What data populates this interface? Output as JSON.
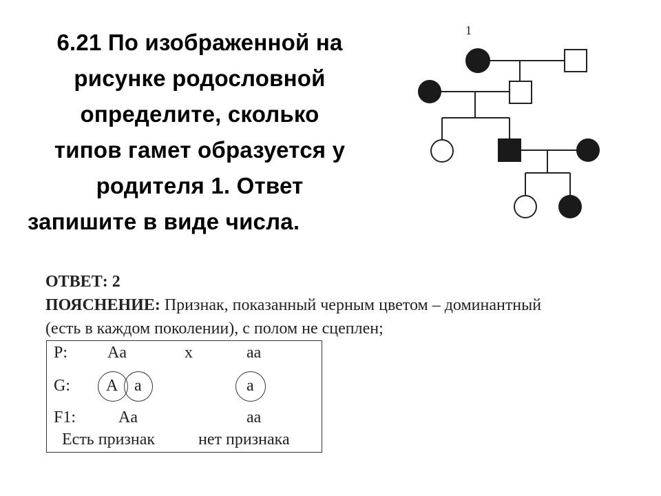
{
  "question": {
    "lines": [
      "6.21 По изображенной на",
      "рисунке родословной",
      "определите, сколько",
      "типов гамет образуется у",
      "родителя 1. Ответ",
      "запишите в виде числа."
    ]
  },
  "pedigree": {
    "parent_label": "1"
  },
  "answer": {
    "label": "ОТВЕТ: 2",
    "explanation_heading": "ПОЯСНЕНИЕ:",
    "explanation_text_1": "Признак, показанный черным цветом – доминантный",
    "explanation_text_2": "(есть в каждом поколении), с полом не сцеплен;"
  },
  "cross": {
    "p_label": "P:",
    "p_parent1": "Aa",
    "p_cross": "x",
    "p_parent2": "aa",
    "g_label": "G:",
    "g_gamete1": "A",
    "g_gamete2": "a",
    "g_gamete3": "a",
    "f1_label": "F1:",
    "f1_child1": "Aa",
    "f1_child2": "aa",
    "phenotype1": "Есть признак",
    "phenotype2": "нет признака"
  }
}
